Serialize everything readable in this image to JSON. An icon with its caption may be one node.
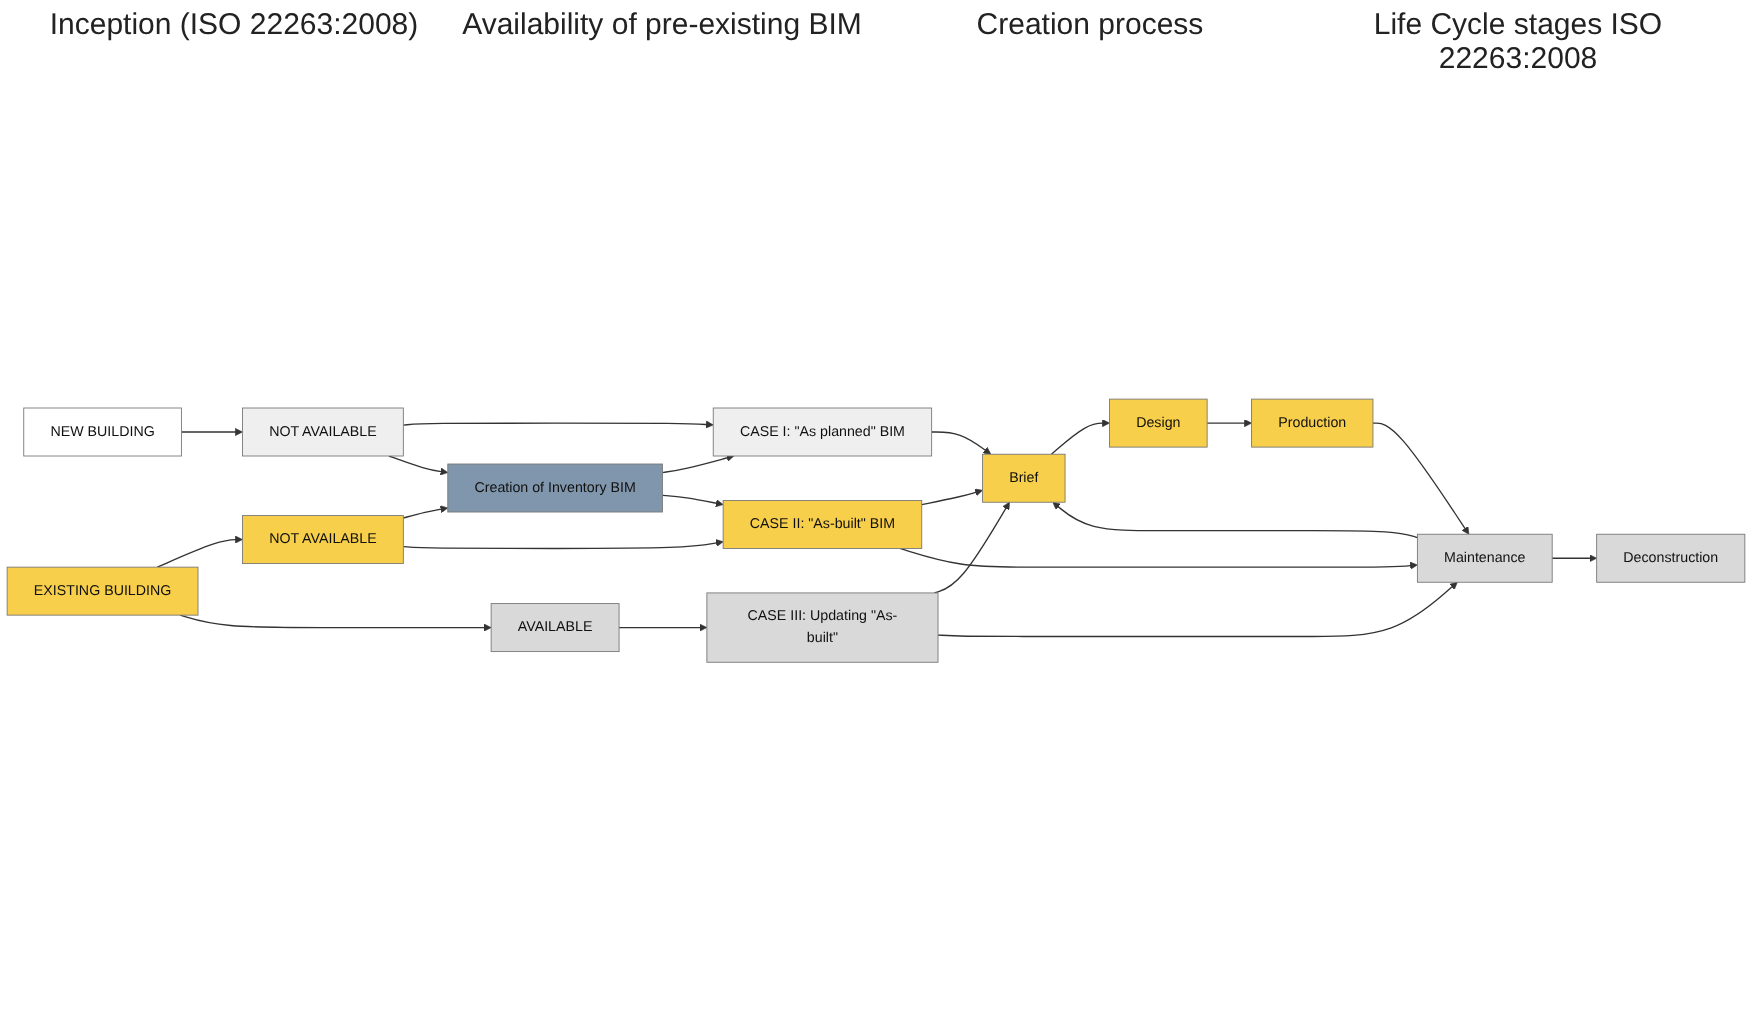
{
  "diagram": {
    "nodes": [
      {
        "text": [
          "NEW BUILDING"
        ]
      },
      {
        "text": [
          "EXISTING BUILDING"
        ]
      },
      {
        "text": [
          "NOT AVAILABLE"
        ]
      },
      {
        "text": [
          "NOT AVAILABLE"
        ]
      },
      {
        "text": [
          "AVAILABLE"
        ]
      },
      {
        "text": [
          "CASE I: \"As planned\" BIM"
        ]
      },
      {
        "text": [
          "Creation of Inventory BIM"
        ]
      },
      {
        "text": [
          "CASE II: \"As-built\" BIM"
        ]
      },
      {
        "text": [
          "CASE III: Updating \"As-built\""
        ]
      },
      {
        "text": [
          "Brief"
        ]
      },
      {
        "text": [
          "Design"
        ]
      },
      {
        "text": [
          "Production"
        ]
      },
      {
        "text": [
          "Maintenance"
        ]
      },
      {
        "text": [
          "Deconstruction"
        ]
      }
    ],
    "edges": [
      {
        "from": 0,
        "to": 2,
        "arrow": "to"
      },
      {
        "from": 1,
        "to": 3,
        "arrow": "to"
      },
      {
        "from": 1,
        "to": 4,
        "arrow": "to"
      },
      {
        "from": 2,
        "to": 5,
        "arrow": "to"
      },
      {
        "from": 2,
        "to": 6,
        "arrow": "to"
      },
      {
        "from": 3,
        "to": 6,
        "arrow": "to"
      },
      {
        "from": 3,
        "to": 7,
        "arrow": "to"
      },
      {
        "from": 4,
        "to": 8,
        "arrow": "to"
      },
      {
        "from": 6,
        "to": 5,
        "arrow": "to"
      },
      {
        "from": 6,
        "to": 7,
        "arrow": "to"
      },
      {
        "from": 5,
        "to": 9,
        "arrow": "to"
      },
      {
        "from": 7,
        "to": 9,
        "arrow": "to"
      },
      {
        "from": 8,
        "to": 9,
        "arrow": "to"
      },
      {
        "from": 7,
        "to": 12,
        "arrow": "to"
      },
      {
        "from": 8,
        "to": 12,
        "arrow": "to"
      },
      {
        "from": 9,
        "to": 10,
        "arrow": "to"
      },
      {
        "from": 10,
        "to": 11,
        "arrow": "to"
      },
      {
        "from": 11,
        "to": 12,
        "arrow": "to"
      },
      {
        "from": 12,
        "to": 13,
        "arrow": "to"
      },
      {
        "from": 12,
        "to": 9,
        "arrow": "to"
      }
    ],
    "labels": [
      "Inception (ISO 22263:2008)",
      "Availability of pre-existing BIM",
      "Creation process",
      "Life Cycle stages ISO 22263:2008"
    ]
  }
}
